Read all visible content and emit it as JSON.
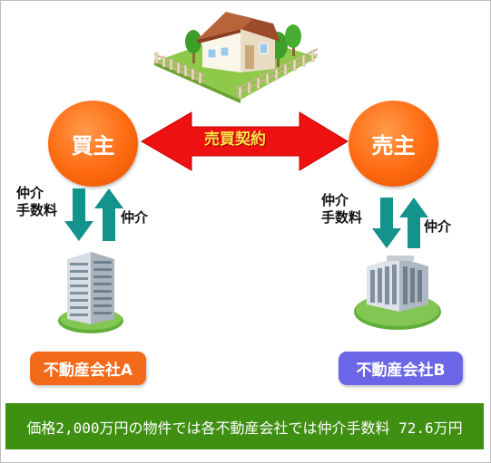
{
  "buyer": {
    "label": "買主"
  },
  "seller": {
    "label": "売主"
  },
  "contract": {
    "label": "売買契約"
  },
  "left_flow": {
    "fee_label": "仲介\n手数料",
    "service_label": "仲介"
  },
  "right_flow": {
    "fee_label": "仲介\n手数料",
    "service_label": "仲介"
  },
  "company_a": {
    "label": "不動産会社A"
  },
  "company_b": {
    "label": "不動産会社B"
  },
  "footer": {
    "text": "価格2,000万円の物件では各不動産会社では仲介手数料 72.6万円"
  },
  "colors": {
    "orange": "#ff6a10",
    "red_arrow": "#ee1111",
    "teal_arrow": "#14928c",
    "company_b_bg": "#6a66e6",
    "footer_bg": "#3f8f12"
  },
  "icons": [
    "house-icon",
    "office-building-icon"
  ]
}
